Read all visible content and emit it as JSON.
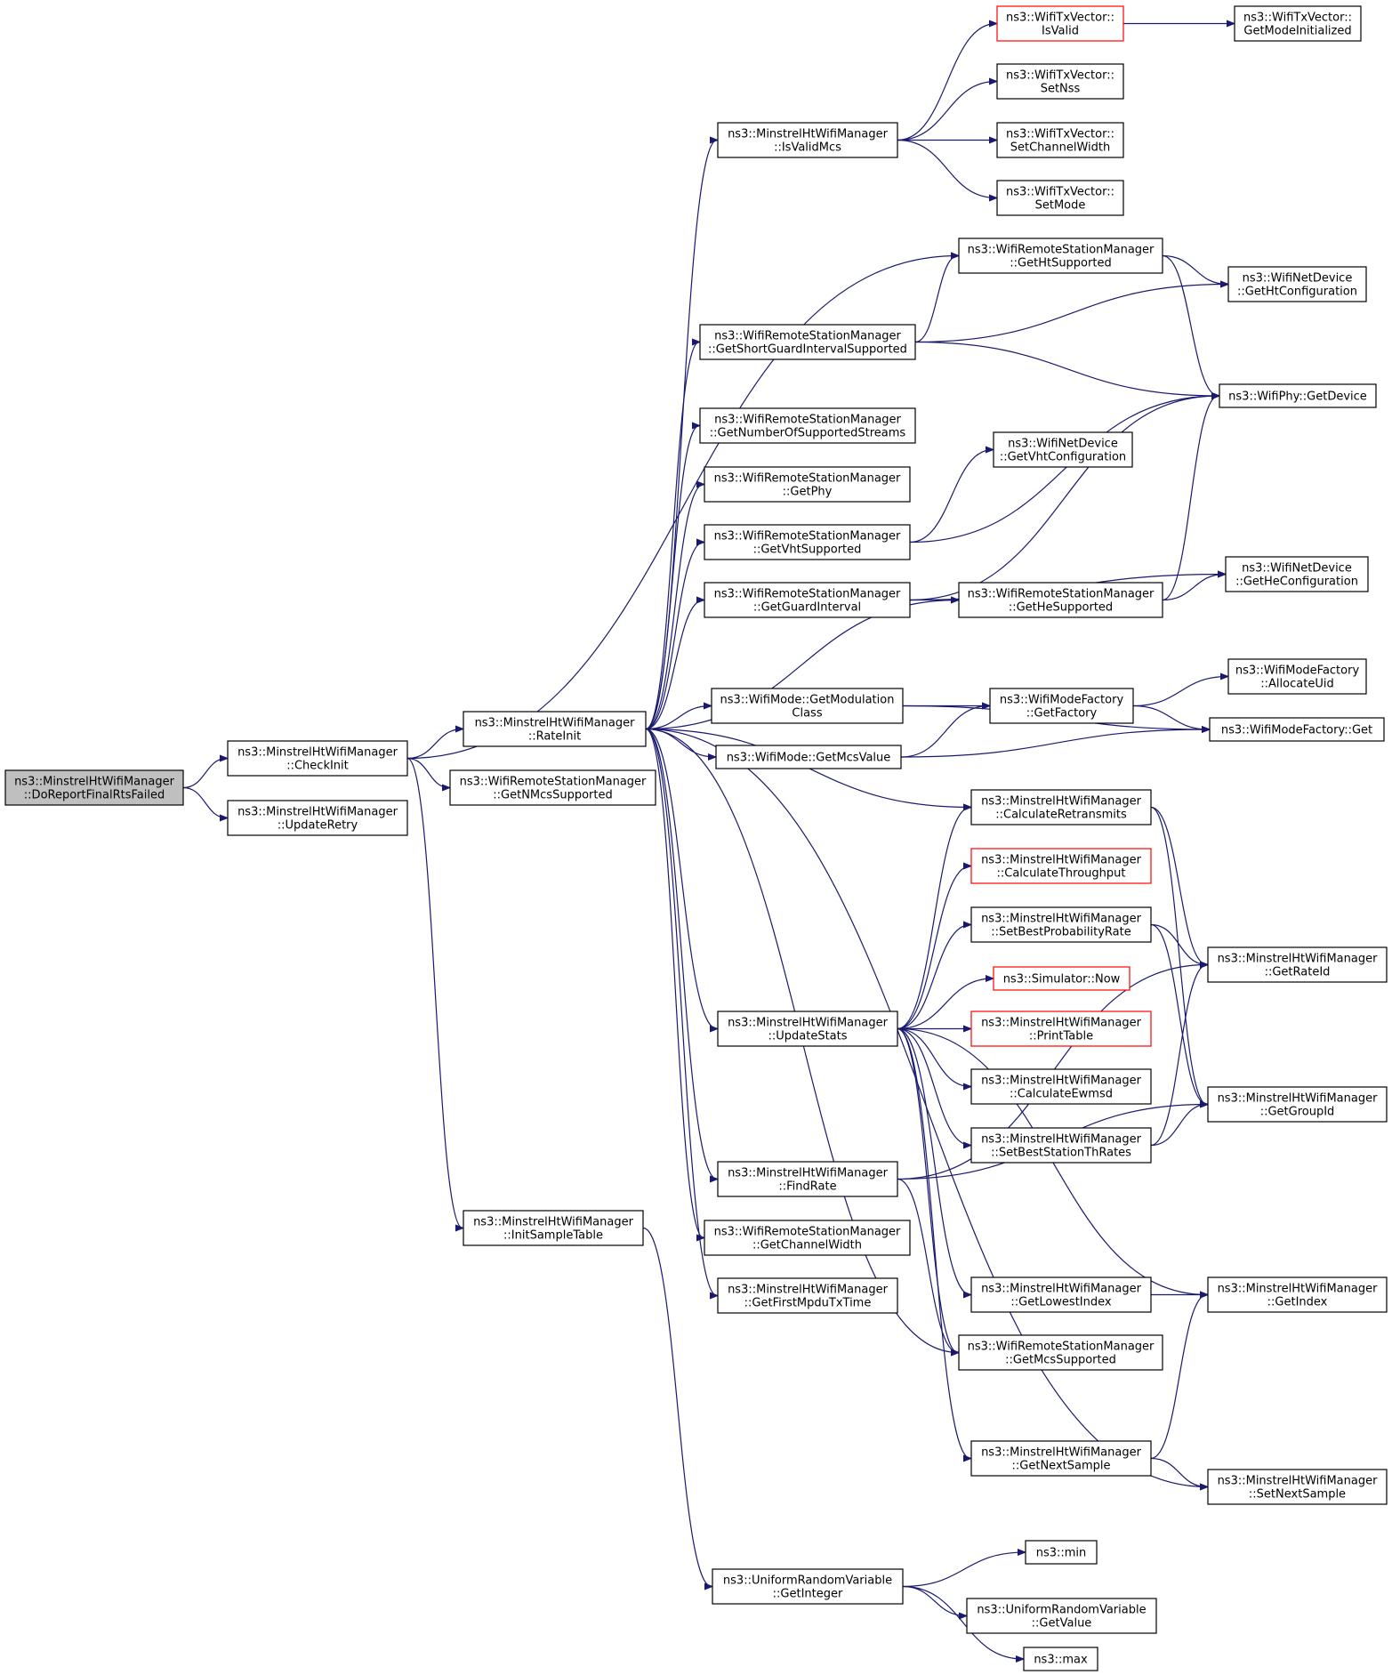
{
  "nodes": [
    {
      "id": "root",
      "lines": [
        "ns3::MinstrelHtWifiManager",
        "::DoReportFinalRtsFailed"
      ],
      "style": "root"
    },
    {
      "id": "checkinit",
      "lines": [
        "ns3::MinstrelHtWifiManager",
        "::CheckInit"
      ],
      "style": "normal"
    },
    {
      "id": "updateretry",
      "lines": [
        "ns3::MinstrelHtWifiManager",
        "::UpdateRetry"
      ],
      "style": "normal"
    },
    {
      "id": "rateinit",
      "lines": [
        "ns3::MinstrelHtWifiManager",
        "::RateInit"
      ],
      "style": "normal"
    },
    {
      "id": "getnmcs",
      "lines": [
        "ns3::WifiRemoteStationManager",
        "::GetNMcsSupported"
      ],
      "style": "normal"
    },
    {
      "id": "initsample",
      "lines": [
        "ns3::MinstrelHtWifiManager",
        "::InitSampleTable"
      ],
      "style": "normal"
    },
    {
      "id": "isvalidmcs",
      "lines": [
        "ns3::MinstrelHtWifiManager",
        "::IsValidMcs"
      ],
      "style": "normal"
    },
    {
      "id": "txisvalid",
      "lines": [
        "ns3::WifiTxVector::",
        "IsValid"
      ],
      "style": "red"
    },
    {
      "id": "getmodeinit",
      "lines": [
        "ns3::WifiTxVector::",
        "GetModeInitialized"
      ],
      "style": "normal"
    },
    {
      "id": "setnss",
      "lines": [
        "ns3::WifiTxVector::",
        "SetNss"
      ],
      "style": "normal"
    },
    {
      "id": "setchw",
      "lines": [
        "ns3::WifiTxVector::",
        "SetChannelWidth"
      ],
      "style": "normal"
    },
    {
      "id": "setmode",
      "lines": [
        "ns3::WifiTxVector::",
        "SetMode"
      ],
      "style": "normal"
    },
    {
      "id": "gethtsup",
      "lines": [
        "ns3::WifiRemoteStationManager",
        "::GetHtSupported"
      ],
      "style": "normal"
    },
    {
      "id": "gethtconf",
      "lines": [
        "ns3::WifiNetDevice",
        "::GetHtConfiguration"
      ],
      "style": "normal"
    },
    {
      "id": "getsgi",
      "lines": [
        "ns3::WifiRemoteStationManager",
        "::GetShortGuardIntervalSupported"
      ],
      "style": "normal"
    },
    {
      "id": "phygetdev",
      "lines": [
        "ns3::WifiPhy::GetDevice"
      ],
      "style": "normal"
    },
    {
      "id": "getnss",
      "lines": [
        "ns3::WifiRemoteStationManager",
        "::GetNumberOfSupportedStreams"
      ],
      "style": "normal"
    },
    {
      "id": "getvhtconf",
      "lines": [
        "ns3::WifiNetDevice",
        "::GetVhtConfiguration"
      ],
      "style": "normal"
    },
    {
      "id": "getphy",
      "lines": [
        "ns3::WifiRemoteStationManager",
        "::GetPhy"
      ],
      "style": "normal"
    },
    {
      "id": "getvhtsup",
      "lines": [
        "ns3::WifiRemoteStationManager",
        "::GetVhtSupported"
      ],
      "style": "normal"
    },
    {
      "id": "getgi",
      "lines": [
        "ns3::WifiRemoteStationManager",
        "::GetGuardInterval"
      ],
      "style": "normal"
    },
    {
      "id": "gethesup",
      "lines": [
        "ns3::WifiRemoteStationManager",
        "::GetHeSupported"
      ],
      "style": "normal"
    },
    {
      "id": "getheconf",
      "lines": [
        "ns3::WifiNetDevice",
        "::GetHeConfiguration"
      ],
      "style": "normal"
    },
    {
      "id": "getmodclass",
      "lines": [
        "ns3::WifiMode::GetModulation",
        "Class"
      ],
      "style": "normal"
    },
    {
      "id": "getfactory",
      "lines": [
        "ns3::WifiModeFactory",
        "::GetFactory"
      ],
      "style": "normal"
    },
    {
      "id": "allocuid",
      "lines": [
        "ns3::WifiModeFactory",
        "::AllocateUid"
      ],
      "style": "normal"
    },
    {
      "id": "factoryget",
      "lines": [
        "ns3::WifiModeFactory::Get"
      ],
      "style": "normal"
    },
    {
      "id": "getmcsval",
      "lines": [
        "ns3::WifiMode::GetMcsValue"
      ],
      "style": "normal"
    },
    {
      "id": "calcretrans",
      "lines": [
        "ns3::MinstrelHtWifiManager",
        "::CalculateRetransmits"
      ],
      "style": "normal"
    },
    {
      "id": "calcthru",
      "lines": [
        "ns3::MinstrelHtWifiManager",
        "::CalculateThroughput"
      ],
      "style": "red"
    },
    {
      "id": "setbestprob",
      "lines": [
        "ns3::MinstrelHtWifiManager",
        "::SetBestProbabilityRate"
      ],
      "style": "normal"
    },
    {
      "id": "getrateid",
      "lines": [
        "ns3::MinstrelHtWifiManager",
        "::GetRateId"
      ],
      "style": "normal"
    },
    {
      "id": "simnow",
      "lines": [
        "ns3::Simulator::Now"
      ],
      "style": "red"
    },
    {
      "id": "updatestats",
      "lines": [
        "ns3::MinstrelHtWifiManager",
        "::UpdateStats"
      ],
      "style": "normal"
    },
    {
      "id": "printtable",
      "lines": [
        "ns3::MinstrelHtWifiManager",
        "::PrintTable"
      ],
      "style": "red"
    },
    {
      "id": "calcewmsd",
      "lines": [
        "ns3::MinstrelHtWifiManager",
        "::CalculateEwmsd"
      ],
      "style": "normal"
    },
    {
      "id": "getgroupid",
      "lines": [
        "ns3::MinstrelHtWifiManager",
        "::GetGroupId"
      ],
      "style": "normal"
    },
    {
      "id": "setbestth",
      "lines": [
        "ns3::MinstrelHtWifiManager",
        "::SetBestStationThRates"
      ],
      "style": "normal"
    },
    {
      "id": "findrate",
      "lines": [
        "ns3::MinstrelHtWifiManager",
        "::FindRate"
      ],
      "style": "normal"
    },
    {
      "id": "getchwidth",
      "lines": [
        "ns3::WifiRemoteStationManager",
        "::GetChannelWidth"
      ],
      "style": "normal"
    },
    {
      "id": "getlowest",
      "lines": [
        "ns3::MinstrelHtWifiManager",
        "::GetLowestIndex"
      ],
      "style": "normal"
    },
    {
      "id": "getindex",
      "lines": [
        "ns3::MinstrelHtWifiManager",
        "::GetIndex"
      ],
      "style": "normal"
    },
    {
      "id": "getfirstmpdu",
      "lines": [
        "ns3::MinstrelHtWifiManager",
        "::GetFirstMpduTxTime"
      ],
      "style": "normal"
    },
    {
      "id": "getmcssup",
      "lines": [
        "ns3::WifiRemoteStationManager",
        "::GetMcsSupported"
      ],
      "style": "normal"
    },
    {
      "id": "getnextsample",
      "lines": [
        "ns3::MinstrelHtWifiManager",
        "::GetNextSample"
      ],
      "style": "normal"
    },
    {
      "id": "setnextsample",
      "lines": [
        "ns3::MinstrelHtWifiManager",
        "::SetNextSample"
      ],
      "style": "normal"
    },
    {
      "id": "urvgetint",
      "lines": [
        "ns3::UniformRandomVariable",
        "::GetInteger"
      ],
      "style": "normal"
    },
    {
      "id": "min",
      "lines": [
        "ns3::min"
      ],
      "style": "normal"
    },
    {
      "id": "urvgetval",
      "lines": [
        "ns3::UniformRandomVariable",
        "::GetValue"
      ],
      "style": "normal"
    },
    {
      "id": "max",
      "lines": [
        "ns3::max"
      ],
      "style": "normal"
    }
  ],
  "edges": [
    {
      "from": "root",
      "to": "checkinit"
    },
    {
      "from": "root",
      "to": "updateretry"
    },
    {
      "from": "checkinit",
      "to": "gethtsup"
    },
    {
      "from": "checkinit",
      "to": "rateinit"
    },
    {
      "from": "checkinit",
      "to": "getnmcs"
    },
    {
      "from": "checkinit",
      "to": "initsample"
    },
    {
      "from": "rateinit",
      "to": "isvalidmcs"
    },
    {
      "from": "rateinit",
      "to": "getsgi"
    },
    {
      "from": "rateinit",
      "to": "getnss"
    },
    {
      "from": "rateinit",
      "to": "getphy"
    },
    {
      "from": "rateinit",
      "to": "getvhtsup"
    },
    {
      "from": "rateinit",
      "to": "getgi"
    },
    {
      "from": "rateinit",
      "to": "gethesup"
    },
    {
      "from": "rateinit",
      "to": "getmodclass"
    },
    {
      "from": "rateinit",
      "to": "getmcsval"
    },
    {
      "from": "rateinit",
      "to": "calcretrans"
    },
    {
      "from": "rateinit",
      "to": "updatestats"
    },
    {
      "from": "rateinit",
      "to": "findrate"
    },
    {
      "from": "rateinit",
      "to": "getchwidth"
    },
    {
      "from": "rateinit",
      "to": "getfirstmpdu"
    },
    {
      "from": "rateinit",
      "to": "getmcssup"
    },
    {
      "from": "rateinit",
      "to": "setnextsample"
    },
    {
      "from": "isvalidmcs",
      "to": "txisvalid"
    },
    {
      "from": "isvalidmcs",
      "to": "setnss"
    },
    {
      "from": "isvalidmcs",
      "to": "setchw"
    },
    {
      "from": "isvalidmcs",
      "to": "setmode"
    },
    {
      "from": "txisvalid",
      "to": "getmodeinit"
    },
    {
      "from": "gethtsup",
      "to": "gethtconf"
    },
    {
      "from": "gethtsup",
      "to": "phygetdev"
    },
    {
      "from": "getsgi",
      "to": "gethtsup"
    },
    {
      "from": "getsgi",
      "to": "gethtconf"
    },
    {
      "from": "getsgi",
      "to": "phygetdev"
    },
    {
      "from": "getvhtsup",
      "to": "phygetdev"
    },
    {
      "from": "getvhtsup",
      "to": "getvhtconf"
    },
    {
      "from": "getgi",
      "to": "phygetdev"
    },
    {
      "from": "getgi",
      "to": "getheconf"
    },
    {
      "from": "getgi",
      "to": "gethesup"
    },
    {
      "from": "gethesup",
      "to": "phygetdev"
    },
    {
      "from": "gethesup",
      "to": "getheconf"
    },
    {
      "from": "getmodclass",
      "to": "getfactory"
    },
    {
      "from": "getmodclass",
      "to": "factoryget"
    },
    {
      "from": "getfactory",
      "to": "allocuid"
    },
    {
      "from": "getfactory",
      "to": "factoryget"
    },
    {
      "from": "getmcsval",
      "to": "getfactory"
    },
    {
      "from": "getmcsval",
      "to": "factoryget"
    },
    {
      "from": "calcretrans",
      "to": "getrateid"
    },
    {
      "from": "calcretrans",
      "to": "getgroupid"
    },
    {
      "from": "setbestprob",
      "to": "getrateid"
    },
    {
      "from": "setbestprob",
      "to": "getgroupid"
    },
    {
      "from": "updatestats",
      "to": "calcretrans"
    },
    {
      "from": "updatestats",
      "to": "calcthru"
    },
    {
      "from": "updatestats",
      "to": "setbestprob"
    },
    {
      "from": "updatestats",
      "to": "simnow"
    },
    {
      "from": "updatestats",
      "to": "printtable"
    },
    {
      "from": "updatestats",
      "to": "calcewmsd"
    },
    {
      "from": "updatestats",
      "to": "setbestth"
    },
    {
      "from": "updatestats",
      "to": "getlowest"
    },
    {
      "from": "updatestats",
      "to": "getindex"
    },
    {
      "from": "updatestats",
      "to": "getmcssup"
    },
    {
      "from": "updatestats",
      "to": "getnextsample"
    },
    {
      "from": "setbestth",
      "to": "getrateid"
    },
    {
      "from": "setbestth",
      "to": "getgroupid"
    },
    {
      "from": "findrate",
      "to": "getrateid"
    },
    {
      "from": "findrate",
      "to": "getgroupid"
    },
    {
      "from": "findrate",
      "to": "getmcssup"
    },
    {
      "from": "getlowest",
      "to": "getindex"
    },
    {
      "from": "getnextsample",
      "to": "getindex"
    },
    {
      "from": "getnextsample",
      "to": "setnextsample"
    },
    {
      "from": "initsample",
      "to": "urvgetint"
    },
    {
      "from": "urvgetint",
      "to": "min"
    },
    {
      "from": "urvgetint",
      "to": "urvgetval"
    },
    {
      "from": "urvgetint",
      "to": "max"
    }
  ],
  "colors": {
    "edge": "#191970",
    "box_border": "#000000",
    "highlight_border": "#ff0000",
    "root_fill": "#bfbfbf"
  }
}
